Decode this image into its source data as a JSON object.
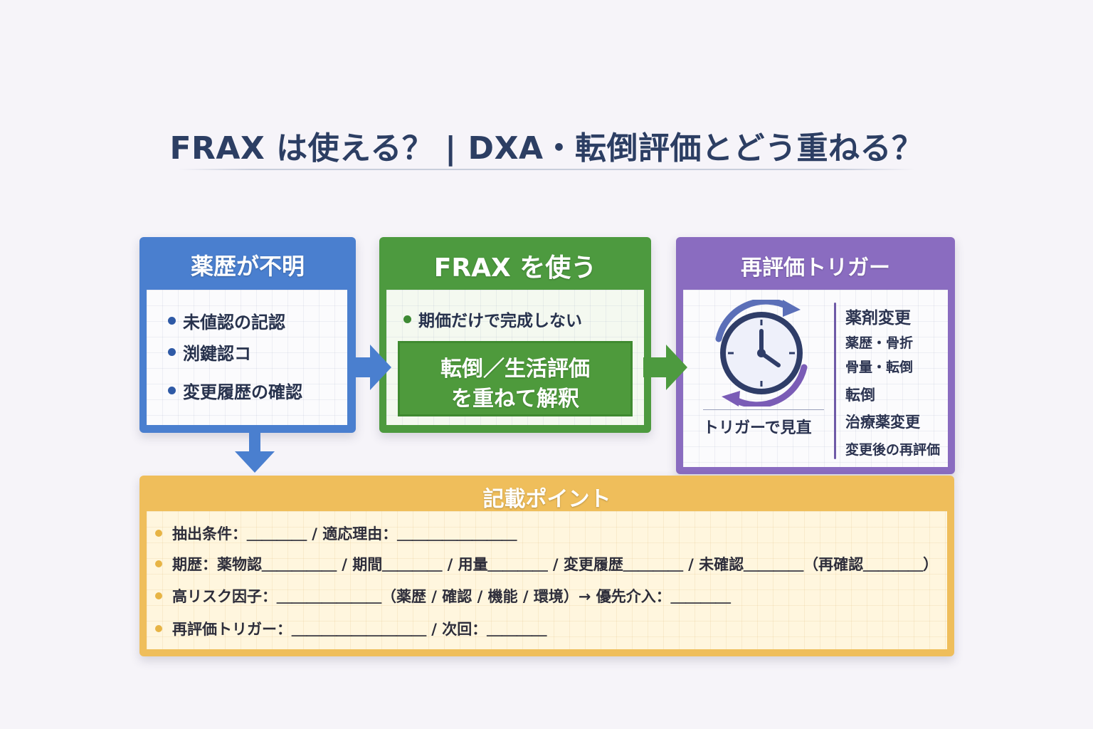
{
  "title": "FRAX は使える？ | DXA・転倒評価とどう重ねる？",
  "colors": {
    "blue": "#4a7fcf",
    "green": "#4d9a3f",
    "purple": "#8a6cc0",
    "yellow": "#efbe5b",
    "title": "#2c3e63"
  },
  "panels": {
    "blue": {
      "heading": "薬歴が不明",
      "items": [
        "未値認の記認",
        "渕鍵認コ",
        "変更履歴の確認"
      ]
    },
    "green": {
      "heading": "FRAX を使う",
      "bullet": "期価だけで完成しない",
      "box_lines": [
        "転倒／生活評価",
        "を重ねて解釈"
      ]
    },
    "purple": {
      "heading": "再評価トリガー",
      "icon": "clock-refresh-icon",
      "caption": "トリガーで見直",
      "items": [
        "薬剤変更",
        "薬歴・骨折",
        "骨量・転倒",
        "転倒",
        "治療薬変更",
        "変更後の再評価"
      ]
    },
    "yellow": {
      "heading": "記載ポイント",
      "rows": [
        "抽出条件：＿＿＿＿ / 適応理由：＿＿＿＿＿＿＿＿",
        "期歴：薬物認＿＿＿＿＿ / 期間＿＿＿＿ / 用量＿＿＿＿ / 変更履歴＿＿＿＿ / 未確認＿＿＿＿（再確認＿＿＿＿）",
        "高リスク因子：＿＿＿＿＿＿＿（薬歴 / 確認 / 機能 / 環境）→ 優先介入：＿＿＿＿",
        "再評価トリガー：＿＿＿＿＿＿＿＿＿ / 次回：＿＿＿＿"
      ]
    }
  }
}
